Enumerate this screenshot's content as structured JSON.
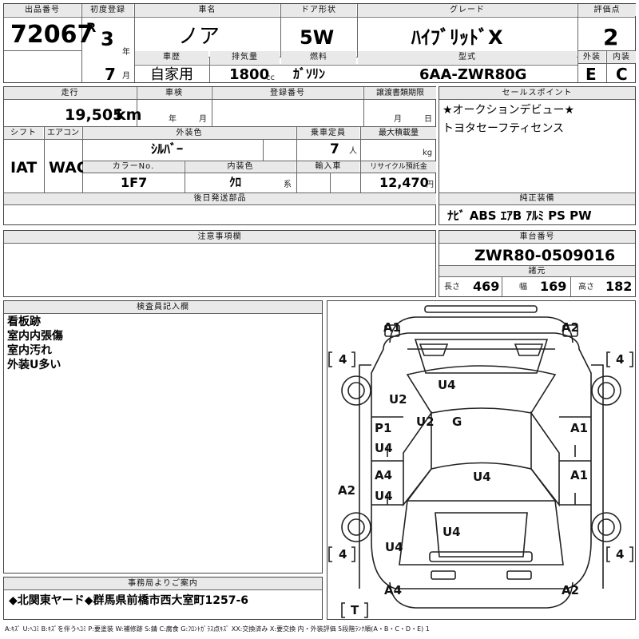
{
  "header": {
    "labels": {
      "lot_number": "出品番号",
      "first_registration": "初度登録",
      "car_name": "車名",
      "door_type": "ドア形状",
      "grade": "グレード",
      "rating": "評価点",
      "history": "車歴",
      "displacement": "排気量",
      "fuel": "燃料",
      "model_code": "型式",
      "exterior": "外装",
      "interior": "内装"
    },
    "lot_number": "72067",
    "era": "R",
    "year": "3",
    "year_unit": "年",
    "month": "7",
    "month_unit": "月",
    "car_name": "ノア",
    "door_type": "5W",
    "grade": "ﾊｲﾌﾞﾘｯﾄﾞX",
    "rating": "2",
    "history": "自家用",
    "displacement": "1800",
    "displacement_unit": "cc",
    "fuel": "ｶﾞｿﾘﾝ",
    "model_code": "6AA-ZWR80G",
    "exterior_grade": "E",
    "interior_grade": "C"
  },
  "details": {
    "labels": {
      "mileage": "走行",
      "inspection": "車検",
      "registration_number": "登録番号",
      "transfer_deadline": "譲渡書類期限",
      "shift": "シフト",
      "aircon": "エアコン",
      "exterior_color": "外装色",
      "capacity": "乗車定員",
      "max_load": "最大積載量",
      "color_no": "カラーNo.",
      "interior_color": "内装色",
      "import": "輸入車",
      "recycle": "リサイクル預託金",
      "later_parts": "後日発送部品"
    },
    "mileage": "19,505",
    "mileage_unit": "km",
    "year_unit": "年",
    "month_unit": "月",
    "deadline_month_unit": "月",
    "deadline_day_unit": "日",
    "shift": "IAT",
    "aircon": "WAC",
    "exterior_color": "ｼﾙﾊﾞｰ",
    "capacity": "7",
    "capacity_unit": "人",
    "max_load_unit": "kg",
    "color_no": "1F7",
    "interior_color": "ｸﾛ",
    "interior_color_suffix": "系",
    "recycle": "12,470",
    "recycle_unit": "円"
  },
  "selling_points": {
    "label": "セールスポイント",
    "lines": [
      "★オークションデビュー★",
      "トヨタセーフティセンス"
    ]
  },
  "equipment": {
    "label": "純正装備",
    "items": "ﾅﾋﾞ ABS ｴｱB ｱﾙﾐ PS PW"
  },
  "notes": {
    "label": "注意事項欄"
  },
  "chassis": {
    "label": "車台番号",
    "number": "ZWR80-0509016",
    "spec_label": "諸元",
    "length_label": "長さ",
    "length": "469",
    "width_label": "幅",
    "width": "169",
    "height_label": "高さ",
    "height": "182"
  },
  "inspector": {
    "label": "検査員記入欄",
    "lines": [
      "看板跡",
      "室内内張傷",
      "室内汚れ",
      "外装U多い"
    ]
  },
  "office": {
    "label": "事務局よりご案内",
    "text": "◆北関東ヤード◆群馬県前橋市西大室町1257-6"
  },
  "legend": "A:ｷｽﾞ U:ﾍｺﾐ B:ｷｽﾞを伴うﾍｺﾐ P:要塗装 W:補修跡 S:錆 C:腐食 G:ﾌﾛﾝﾄｶﾞﾗｽ点ｷｽﾞ XX:交換済み X:要交換 内・外装評価 5段階ﾗﾝｸ順(A・B・C・D・E) 1",
  "diagram": {
    "marks": {
      "front_left": "A1",
      "front_right": "A2",
      "roof": "U4",
      "left_front_panel": "U2",
      "a_pillar": "U2",
      "windshield": "G",
      "right_front_door": "A1",
      "left_front_door_p": "P1",
      "left_front_door_u": "U4",
      "left_rear_door_a": "A4",
      "left_rear_door_u": "U4",
      "roof_center": "U4",
      "right_rear_door": "A1",
      "left_rear_fender": "A2",
      "rear_roof": "U4",
      "rear_left_quarter": "U4",
      "rear_left": "A4",
      "rear_right": "A2"
    },
    "tires": {
      "front_left": "4",
      "front_right": "4",
      "rear_left": "4",
      "rear_right": "4",
      "spare": "T"
    }
  }
}
